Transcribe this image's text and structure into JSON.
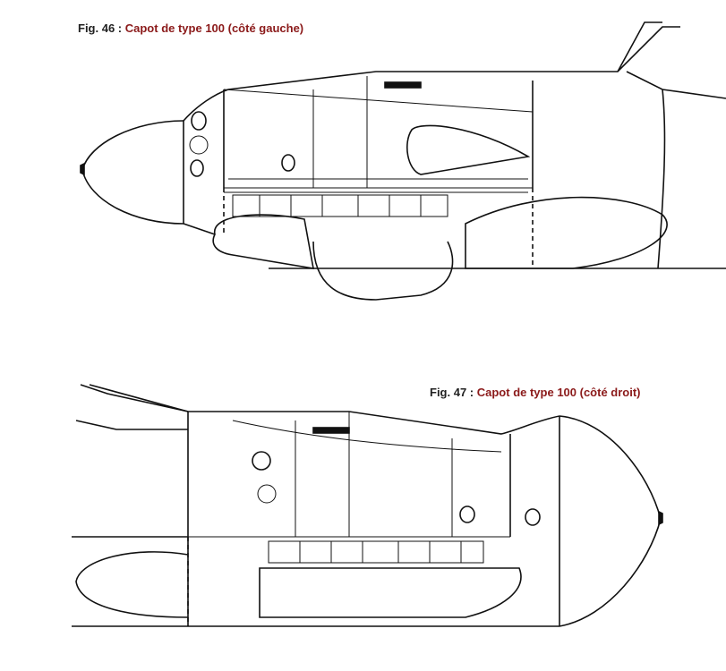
{
  "figures": [
    {
      "number": "Fig. 46 :",
      "title": "Capot de type 100 (côté gauche)"
    },
    {
      "number": "Fig. 47 :",
      "title": "Capot de type 100 (côté droit)"
    }
  ]
}
